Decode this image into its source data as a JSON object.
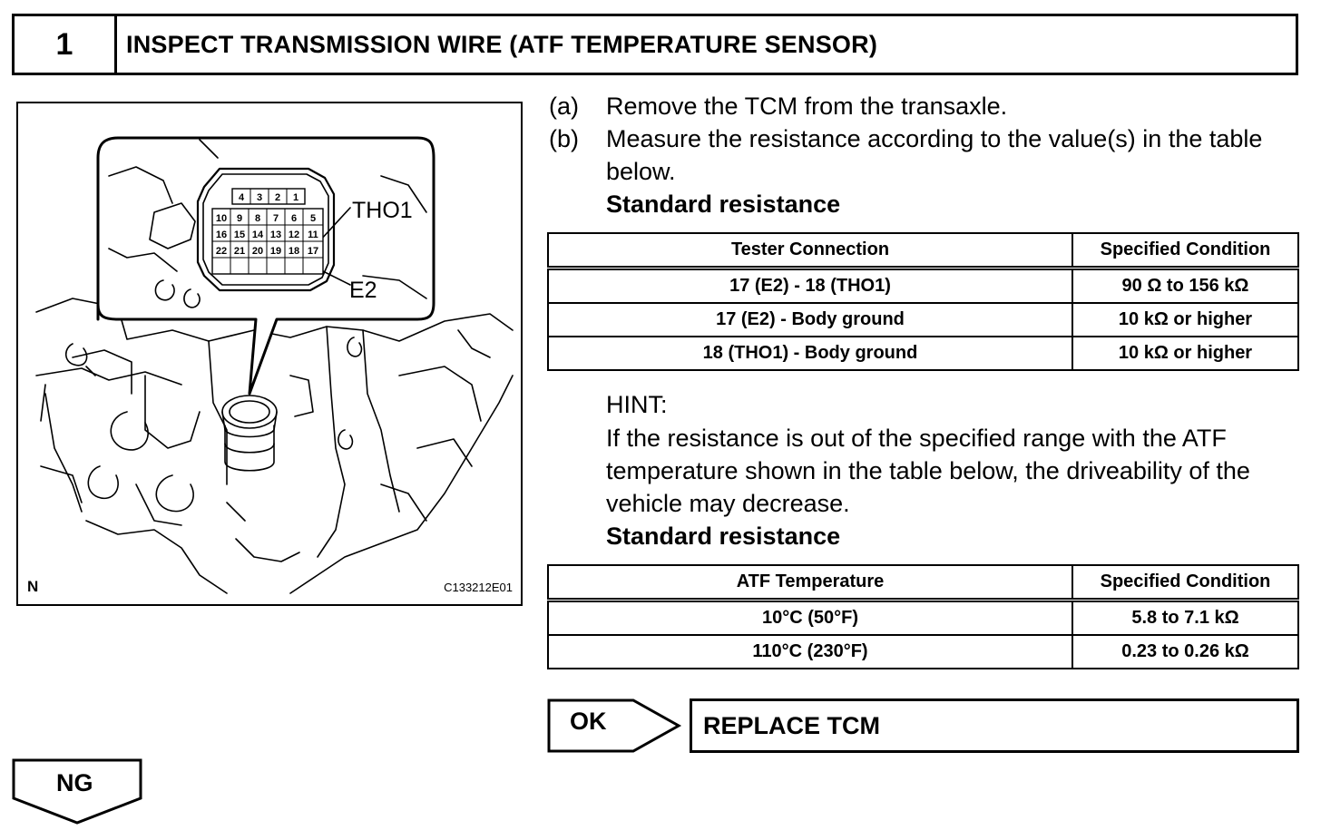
{
  "header": {
    "step_number": "1",
    "title": "INSPECT TRANSMISSION WIRE (ATF TEMPERATURE SENSOR)"
  },
  "figure": {
    "orientation_mark": "N",
    "code": "C133212E01",
    "label_tho1": "THO1",
    "label_e2": "E2",
    "connector_pins": [
      [
        "4",
        "3",
        "2",
        "1"
      ],
      [
        "10",
        "9",
        "8",
        "7",
        "6",
        "5"
      ],
      [
        "16",
        "15",
        "14",
        "13",
        "12",
        "11"
      ],
      [
        "22",
        "21",
        "20",
        "19",
        "18",
        "17"
      ]
    ]
  },
  "steps": [
    {
      "letter": "(a)",
      "text": "Remove the TCM from the transaxle."
    },
    {
      "letter": "(b)",
      "text": "Measure the resistance according to the value(s) in the table below."
    }
  ],
  "table1": {
    "heading": "Standard resistance",
    "headers": [
      "Tester Connection",
      "Specified Condition"
    ],
    "rows": [
      [
        "17 (E2) - 18 (THO1)",
        "90 Ω to 156 kΩ"
      ],
      [
        "17 (E2) - Body ground",
        "10 kΩ or higher"
      ],
      [
        "18 (THO1) - Body ground",
        "10 kΩ or higher"
      ]
    ]
  },
  "hint": {
    "label": "HINT:",
    "text": "If the resistance is out of the specified range with the ATF temperature shown in the table below, the driveability of the vehicle may decrease."
  },
  "table2": {
    "heading": "Standard resistance",
    "headers": [
      "ATF Temperature",
      "Specified Condition"
    ],
    "rows": [
      [
        "10°C (50°F)",
        "5.8 to 7.1 kΩ"
      ],
      [
        "110°C (230°F)",
        "0.23 to 0.26 kΩ"
      ]
    ]
  },
  "ok": {
    "label": "OK",
    "result": "REPLACE TCM"
  },
  "ng": {
    "label": "NG"
  }
}
